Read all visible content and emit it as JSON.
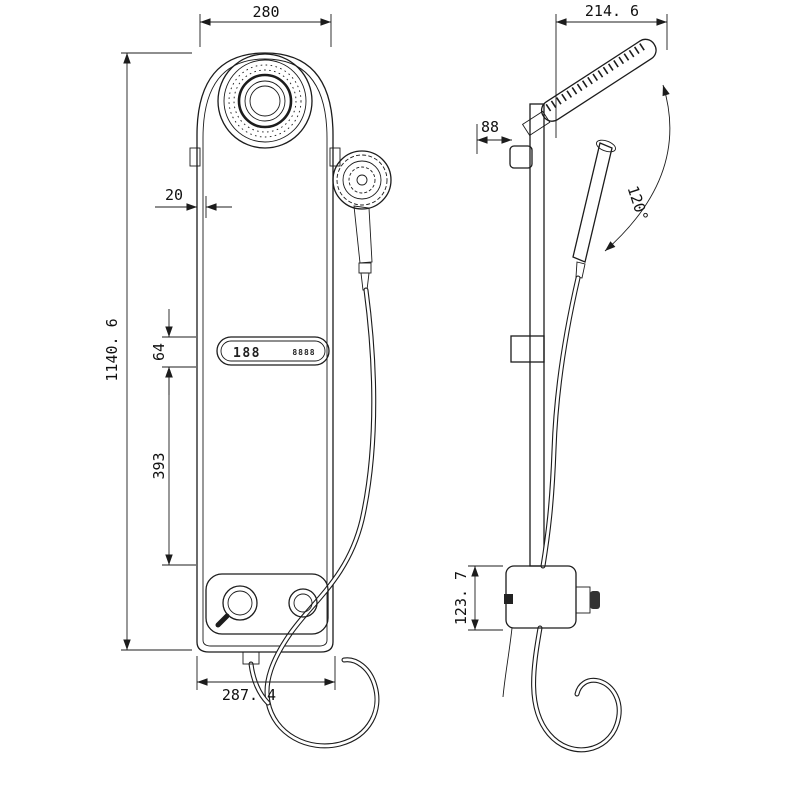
{
  "page": {
    "background_color": "#ffffff",
    "line_color": "#1c1c1c"
  },
  "drawing": {
    "front_view": {
      "display": {
        "digits": "188",
        "status_icons": "8888"
      }
    },
    "dims": {
      "front_top_width": "280",
      "front_overall_height": "1140. 6",
      "front_rail_offset": "20",
      "front_display_height": "64",
      "front_mid_span": "393",
      "front_base_width": "287. 4",
      "side_top_width": "214. 6",
      "side_holder_offset": "88",
      "side_head_angle": "120°",
      "side_valve_height": "123. 7"
    }
  }
}
